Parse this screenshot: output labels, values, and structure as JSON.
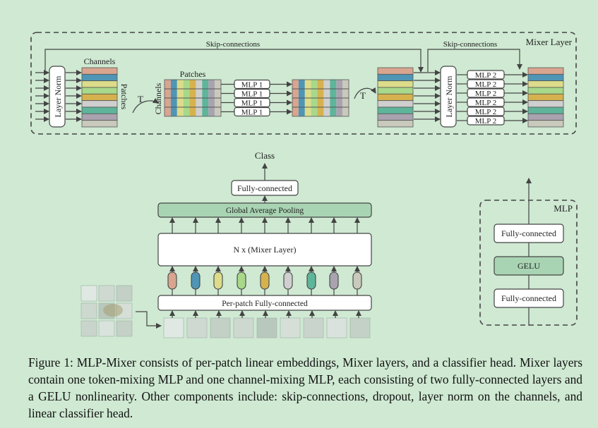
{
  "mixer_layer": {
    "title": "Mixer Layer",
    "skip_label": "Skip-connections",
    "skip_label_2": "Skip-connections",
    "layer_norm": "Layer Norm",
    "layer_norm_2": "Layer Norm",
    "channels_label": "Channels",
    "patches_label": "Patches",
    "patches_label_2": "Patches",
    "channels_label_2": "Channels",
    "transpose": "T",
    "transpose_2": "T",
    "token_mlp": "MLP 1",
    "channel_mlp": "MLP 2"
  },
  "main": {
    "class_label": "Class",
    "fully_connected": "Fully-connected",
    "global_pool": "Global Average Pooling",
    "mixer_stack": "N x (Mixer Layer)",
    "per_patch": "Per-patch Fully-connected"
  },
  "mlp_block": {
    "title": "MLP",
    "fc1": "Fully-connected",
    "gelu": "GELU",
    "fc2": "Fully-connected"
  },
  "colors": {
    "row_colors": [
      "#d9a58f",
      "#4f95b5",
      "#dcdc8a",
      "#a8d88a",
      "#d6b24f",
      "#cfcfcf",
      "#5fb59a",
      "#a9a3b0",
      "#c9c9bc"
    ],
    "token_colors": [
      "#d9a58f",
      "#4f95b5",
      "#dcdc8a",
      "#a8d88a",
      "#d6b24f",
      "#cfcfcf",
      "#5fb59a",
      "#a9a3b0",
      "#c9c9bc"
    ]
  },
  "caption": "Figure 1: MLP-Mixer consists of per-patch linear embeddings, Mixer layers, and a classifier head. Mixer layers contain one token-mixing MLP and one channel-mixing MLP, each consisting of two fully-connected layers and a GELU nonlinearity. Other components include: skip-connections, dropout, layer norm on the channels, and linear classifier head."
}
